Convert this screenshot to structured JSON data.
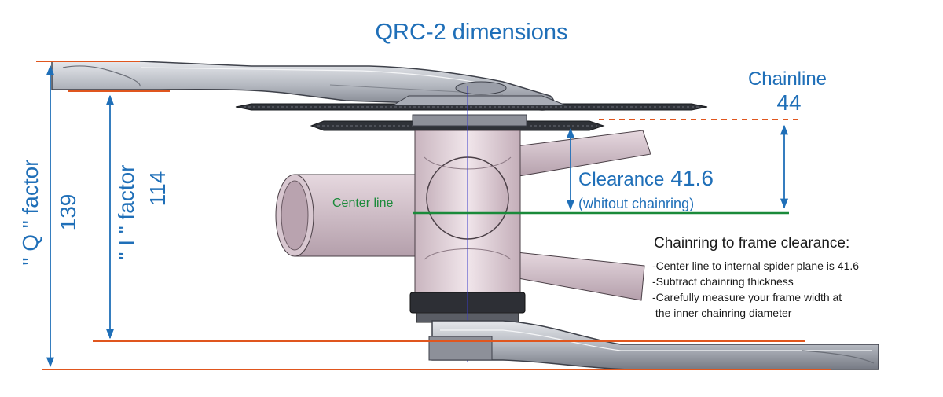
{
  "title": "QRC-2 dimensions",
  "chainline": {
    "label": "Chainline",
    "value": "44"
  },
  "clearance": {
    "label": "Clearance",
    "value": "41.6",
    "note": "(whitout chainring)"
  },
  "center_line": "Center line",
  "q_factor": {
    "label": "\" Q \" factor",
    "value": "139"
  },
  "i_factor": {
    "label": "\" I \" factor",
    "value": "114"
  },
  "notes": {
    "heading": "Chainring to frame clearance:",
    "items": [
      "-Center line to internal spider plane is 41.6",
      "-Subtract chainring thickness",
      "-Carefully measure your frame width at",
      " the inner chainring diameter"
    ]
  },
  "colors": {
    "accent_blue": "#1f6fb8",
    "dimension_orange": "#e0561e",
    "center_green": "#1a8a3a",
    "frame_pink": "#e9dde3",
    "crank_gray": "#b9bcc4"
  }
}
